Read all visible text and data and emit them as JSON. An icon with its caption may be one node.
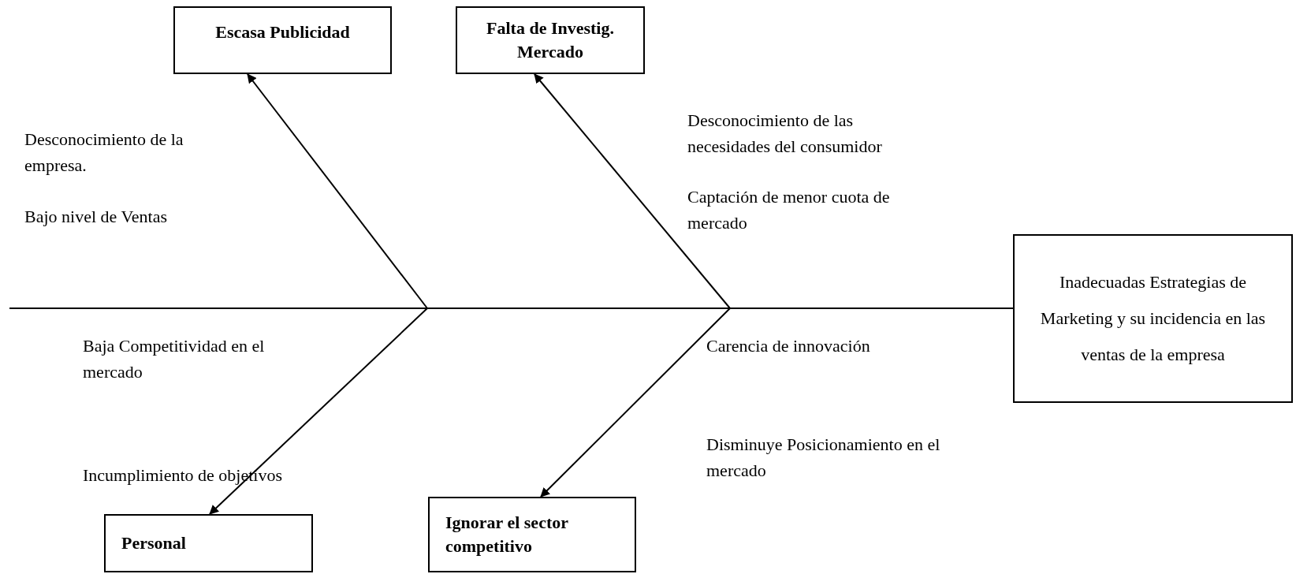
{
  "diagram": {
    "nodes": [
      {
        "text": [
          "Escasa Publicidad"
        ]
      },
      {
        "text": [
          "Falta de Investig. Mercado"
        ]
      },
      {
        "text": [
          "Inadecuadas Estrategias de Marketing y su incidencia en las ventas de la empresa"
        ]
      },
      {
        "text": [
          "Personal"
        ]
      },
      {
        "text": [
          "Ignorar el sector competitivo"
        ]
      }
    ],
    "edges": [
      {
        "from": null,
        "to": 2,
        "arrow": "none"
      },
      {
        "from": null,
        "to": 0,
        "arrow": "to"
      },
      {
        "from": null,
        "to": 1,
        "arrow": "to"
      },
      {
        "from": null,
        "to": 3,
        "arrow": "to"
      },
      {
        "from": null,
        "to": 4,
        "arrow": "to"
      }
    ],
    "labels": [
      "Desconocimiento de la empresa.",
      "Bajo nivel de Ventas",
      "Desconocimiento de las necesidades del consumidor",
      "Captación de menor cuota de mercado",
      "Baja Competitividad en el mercado",
      "Carencia de innovación",
      "Incumplimiento de objetivos",
      "Disminuye Posicionamiento en el mercado"
    ]
  }
}
